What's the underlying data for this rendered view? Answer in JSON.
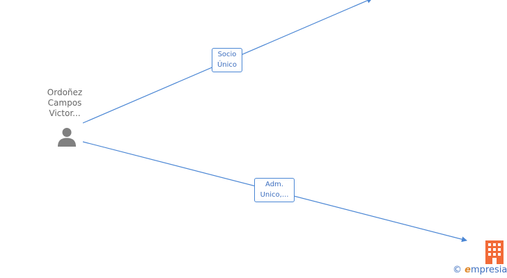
{
  "person": {
    "name_lines": [
      "Ordoñez",
      "Campos",
      "Victor..."
    ],
    "icon": "person-icon"
  },
  "edges": [
    {
      "label_lines": [
        "Socio",
        "Único"
      ],
      "target": "company-offscreen-top"
    },
    {
      "label_lines": [
        "Adm.",
        "Unico,..."
      ],
      "target": "company-bottom-right"
    }
  ],
  "company": {
    "icon": "building-icon",
    "color": "#f26b38"
  },
  "watermark": {
    "copyright_symbol": "©",
    "brand_initial": "e",
    "brand_text": "mpresia"
  },
  "colors": {
    "edge": "#4a86d4",
    "label_text": "#3d6fbf",
    "person_icon": "#808080",
    "person_text": "#666666"
  }
}
